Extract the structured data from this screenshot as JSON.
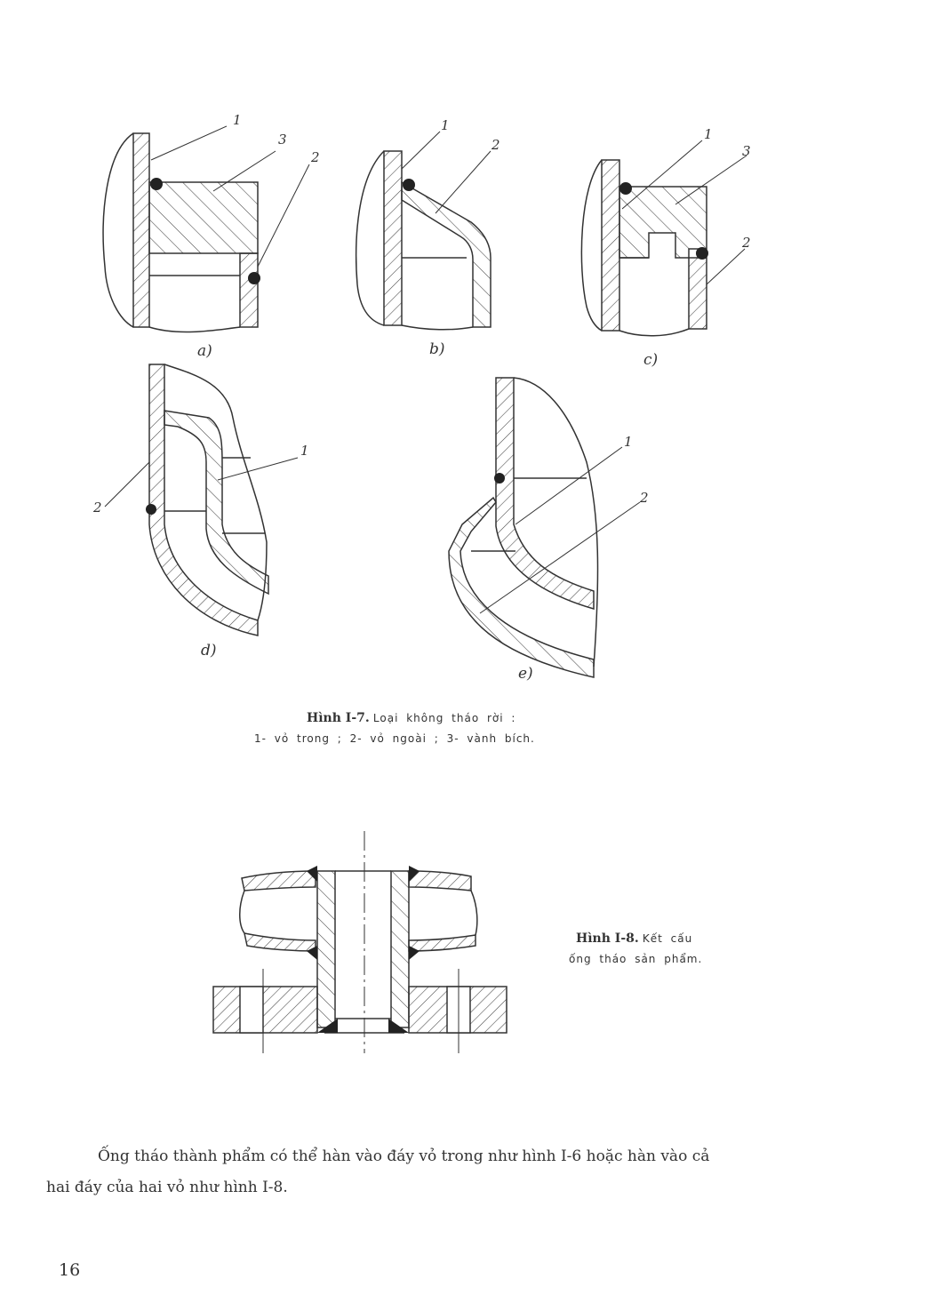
{
  "figure_1_7": {
    "sub_labels": [
      "a)",
      "b)",
      "c)",
      "d)",
      "e)"
    ],
    "callouts": {
      "a": [
        "1",
        "3",
        "2"
      ],
      "b": [
        "1",
        "2"
      ],
      "c": [
        "1",
        "3",
        "2"
      ],
      "d": [
        "1",
        "2"
      ],
      "e": [
        "1",
        "2"
      ]
    },
    "caption_title": "Hình I-7.",
    "caption_line1": "Loại không tháo rời :",
    "caption_line2": "1- vỏ trong ; 2- vỏ ngoài ; 3- vành bích."
  },
  "figure_1_8": {
    "caption_title": "Hình I-8.",
    "caption_line1": "Kết cấu",
    "caption_line2": "ống tháo sản phẩm."
  },
  "body_text": {
    "line1": "Ống tháo thành phẩm có thể hàn vào đáy vỏ trong như hình I-6 hoặc hàn vào cả",
    "line2": "hai đáy của hai vỏ như hình I-8."
  },
  "page_number": "16"
}
